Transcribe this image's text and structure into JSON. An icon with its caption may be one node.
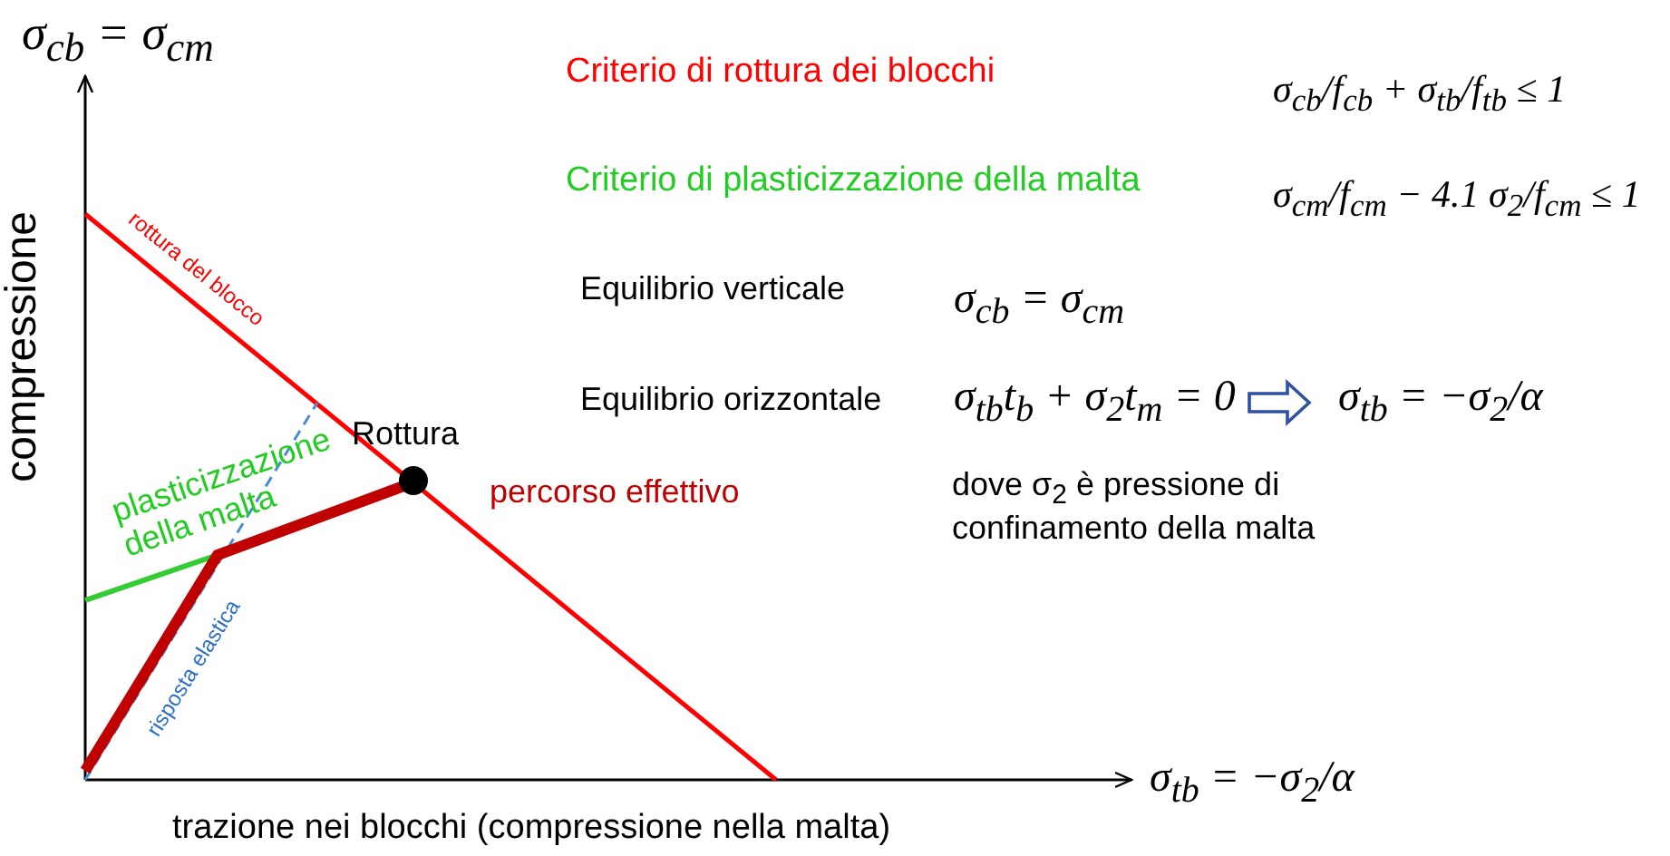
{
  "diagram": {
    "labels": [
      "σ$_{cb}$ = σ$_{cm}$",
      "Criterio di rottura dei blocchi",
      "σ$_{cb}$/f$_{cb}$ + σ$_{tb}$/f$_{tb}$ ≤ 1",
      "Criterio di plasticizzazione della malta",
      "σ$_{cm}$/f$_{cm}$ − 4.1 σ$_{2}$/f$_{cm}$ ≤ 1",
      "compressione",
      "rottura del blocco",
      "Equilibrio verticale",
      "σ$_{cb}$ = σ$_{cm}$",
      "Equilibrio orizzontale",
      "σ$_{tb}$t$_{b}$ + σ$_{2}$t$_{m}$ = 0",
      "σ$_{tb}$ = −σ$_{2}$/α",
      "Rottura",
      "plasticizzazione della malta",
      "percorso effettivo",
      "dove σ$_{2}$ è pressione di confinamento della malta",
      "risposta elastica",
      "σ$_{tb}$ = −σ$_{2}$/α",
      "trazione nei blocchi (compressione nella malta)"
    ]
  }
}
